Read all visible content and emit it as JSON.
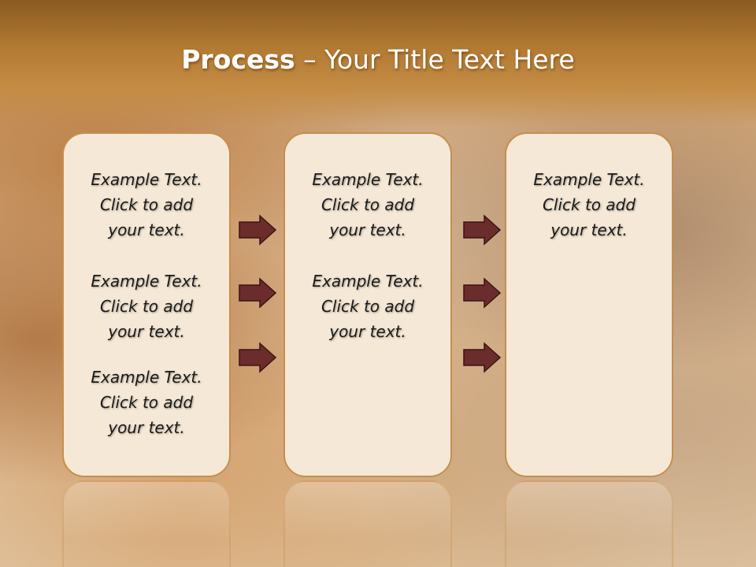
{
  "slide": {
    "title_bold": "Process",
    "title_rest": " – Your Title Text Here"
  },
  "panels": [
    {
      "items": [
        [
          "Example Text.",
          "Click  to add",
          "your text."
        ],
        [
          "Example Text.",
          "Click  to add",
          "your text."
        ],
        [
          "Example Text.",
          "Click  to add",
          "your text."
        ]
      ]
    },
    {
      "items": [
        [
          "Example Text.",
          "Click  to add",
          "your text."
        ],
        [
          "Example Text.",
          "Click  to add",
          "your text."
        ]
      ]
    },
    {
      "items": [
        [
          "Example Text.",
          "Click  to add",
          "your text."
        ]
      ]
    }
  ],
  "colors": {
    "arrow_fill": "#6b2c2c",
    "panel_fill": "#f5e8d6",
    "panel_border": "#c68e4e"
  }
}
